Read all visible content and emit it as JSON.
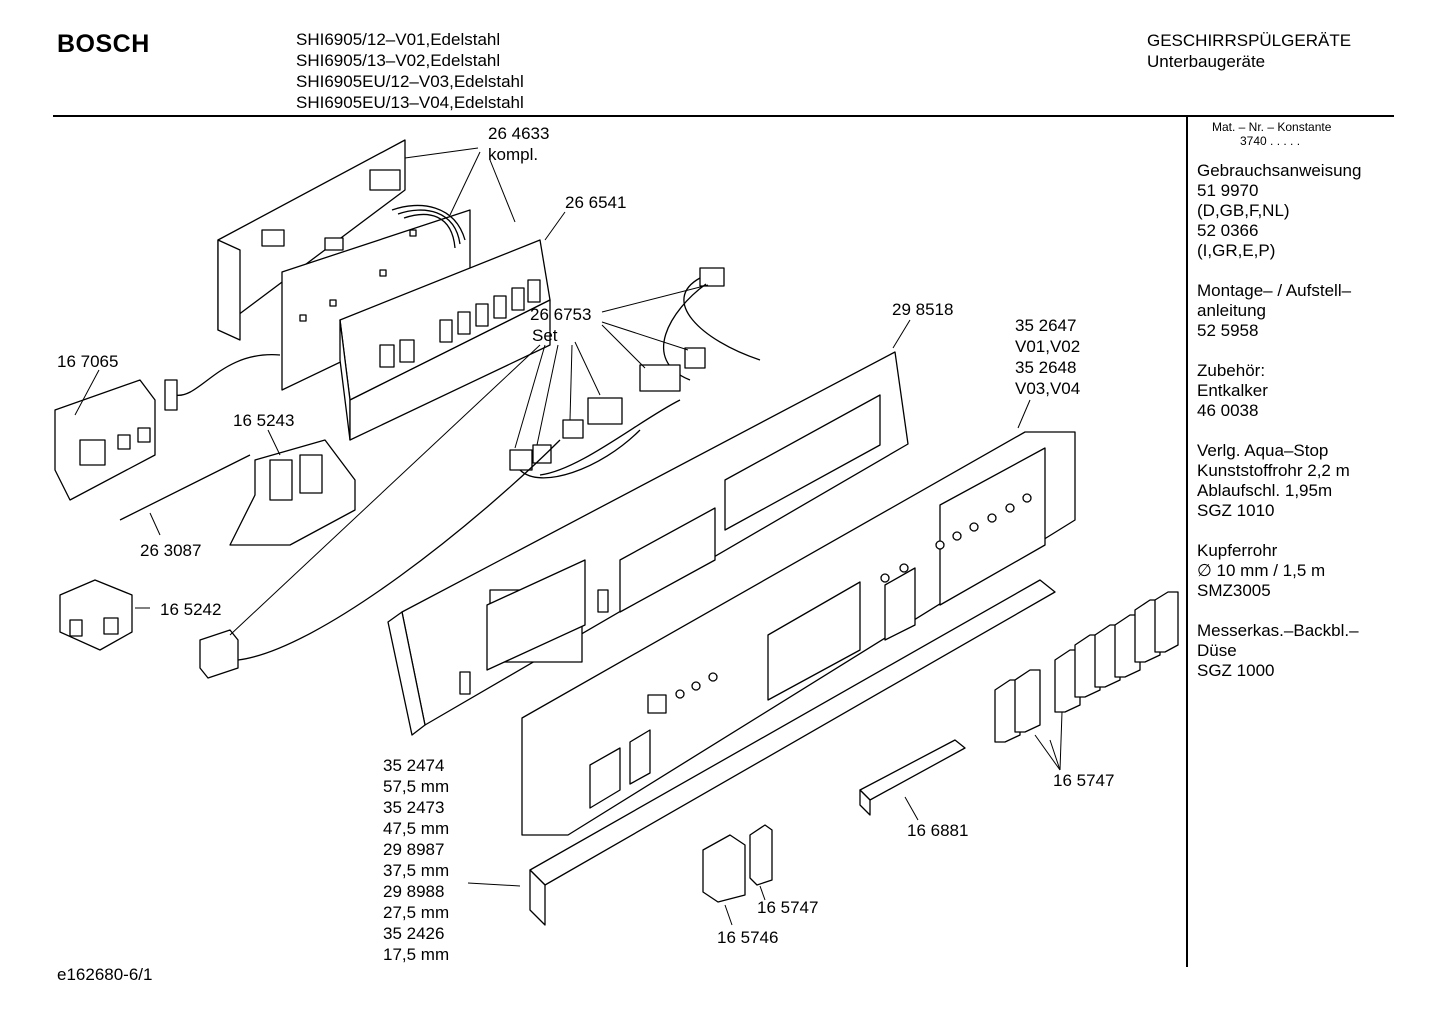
{
  "header": {
    "brand": "BOSCH",
    "models": [
      "SHI6905/12–V01,Edelstahl",
      "SHI6905/13–V02,Edelstahl",
      "SHI6905EU/12–V03,Edelstahl",
      "SHI6905EU/13–V04,Edelstahl"
    ],
    "category_line1": "GESCHIRRSPÜLGERÄTE",
    "category_line2": "Unterbaugeräte"
  },
  "sidebar": {
    "mat_title": "Mat. – Nr. – Konstante",
    "mat_value": "3740 .  .  .  .  .",
    "groups": [
      [
        "Gebrauchsanweisung",
        "51 9970",
        "(D,GB,F,NL)",
        "52 0366",
        "(I,GR,E,P)"
      ],
      [
        "Montage– / Aufstell–",
        "anleitung",
        "52 5958"
      ],
      [
        "Zubehör:",
        "Entkalker",
        "46 0038"
      ],
      [
        "Verlg. Aqua–Stop",
        "Kunststoffrohr 2,2 m",
        "Ablaufschl. 1,95m",
        "SGZ 1010"
      ],
      [
        "Kupferrohr",
        "∅ 10 mm / 1,5 m",
        "SMZ3005"
      ],
      [
        "Messerkas.–Backbl.–",
        "Düse",
        "SGZ 1000"
      ]
    ]
  },
  "parts": {
    "p264633": [
      "26 4633",
      "kompl."
    ],
    "p266541": [
      "26 6541"
    ],
    "p266753": [
      "26 6753",
      "Set"
    ],
    "p298518": [
      "29 8518"
    ],
    "p352647": [
      "35 2647",
      "V01,V02",
      "35 2648",
      "V03,V04"
    ],
    "p167065": [
      "16 7065"
    ],
    "p165243": [
      "16 5243"
    ],
    "p263087": [
      "26 3087"
    ],
    "p165242": [
      "16 5242"
    ],
    "p352474": [
      "35 2474",
      "57,5 mm",
      "35 2473",
      "47,5 mm",
      "29 8987",
      "37,5 mm",
      "29 8988",
      "27,5 mm",
      "35 2426",
      "17,5 mm"
    ],
    "p166881": [
      "16 6881"
    ],
    "p165747a": [
      "16 5747"
    ],
    "p165747b": [
      "16 5747"
    ],
    "p165746": [
      "16 5746"
    ]
  },
  "footer": {
    "code": "e162680-6/1"
  }
}
